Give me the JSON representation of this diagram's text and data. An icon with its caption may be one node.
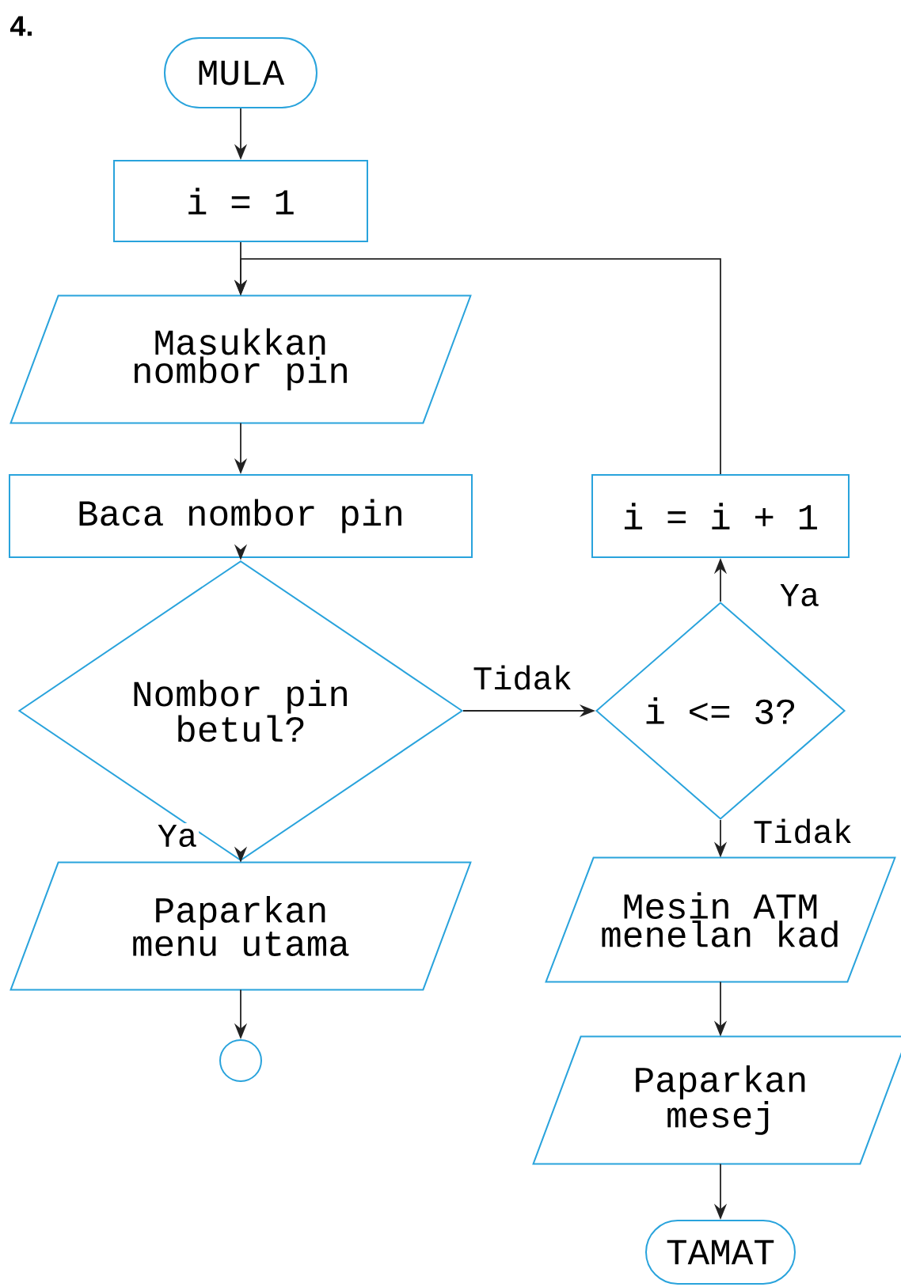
{
  "diagram": {
    "nodes": [
      {
        "text": [
          "MULA"
        ]
      },
      {
        "text": [
          "i = 1"
        ]
      },
      {
        "text": [
          "Masukkan nombor pin"
        ]
      },
      {
        "text": [
          "Baca nombor pin"
        ]
      },
      {
        "text": [
          "Nombor pin betul?"
        ]
      },
      {
        "text": [
          "i <= 3?"
        ]
      },
      {
        "text": [
          "i = i + 1"
        ]
      },
      {
        "text": [
          "Paparkan menu utama"
        ]
      },
      {
        "text": [],
        "shape": "circle"
      },
      {
        "text": [
          "Mesin ATM menelan kad"
        ]
      },
      {
        "text": [
          "Paparkan mesej"
        ]
      },
      {
        "text": [
          "TAMAT"
        ]
      }
    ],
    "edges": [
      {
        "from": 0,
        "to": 1,
        "arrow": "to"
      },
      {
        "from": 1,
        "to": 2,
        "arrow": "to"
      },
      {
        "from": 6,
        "to": 2,
        "arrow": "to"
      },
      {
        "from": 2,
        "to": 3,
        "arrow": "to"
      },
      {
        "from": 3,
        "to": 4,
        "arrow": "to"
      },
      {
        "from": 4,
        "to": 5,
        "arrow": "to",
        "label": "Tidak"
      },
      {
        "from": 4,
        "to": 7,
        "arrow": "to",
        "label": "Ya"
      },
      {
        "from": 5,
        "to": 6,
        "arrow": "to",
        "label": "Ya"
      },
      {
        "from": 5,
        "to": 9,
        "arrow": "to",
        "label": "Tidak"
      },
      {
        "from": 7,
        "to": 8,
        "arrow": "to"
      },
      {
        "from": 9,
        "to": 10,
        "arrow": "to"
      },
      {
        "from": 10,
        "to": 11,
        "arrow": "to"
      }
    ],
    "labels": [
      "4."
    ]
  }
}
